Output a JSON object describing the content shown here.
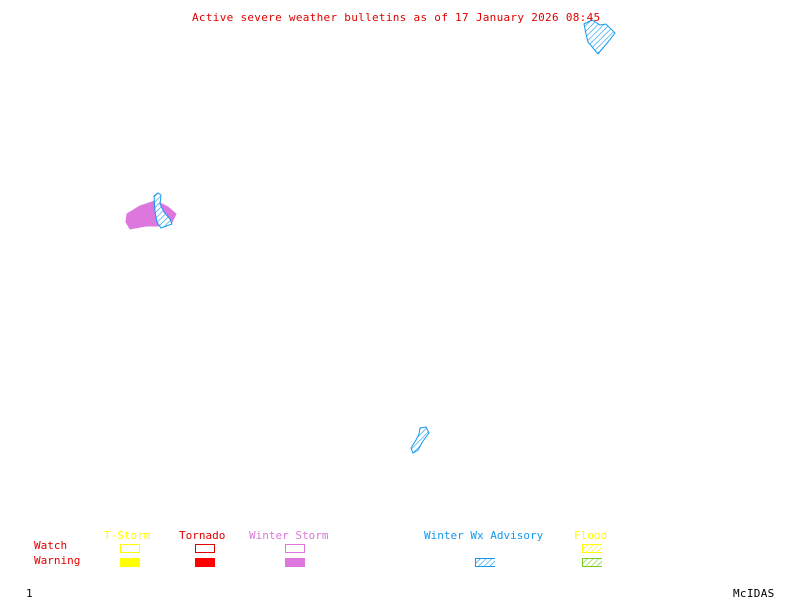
{
  "title": "Active severe weather bulletins as of 17 January 2026 08:45",
  "legend": {
    "row_labels": {
      "watch": "Watch",
      "warning": "Warning"
    },
    "categories": [
      {
        "name": "T-Storm",
        "color": "#ffff00",
        "watch": "outline",
        "warning": "solid"
      },
      {
        "name": "Tornado",
        "color": "#ff0000",
        "watch": "outline",
        "warning": "solid"
      },
      {
        "name": "Winter Storm",
        "color": "#dd77dd",
        "watch": "outline",
        "warning": "solid"
      },
      {
        "name": "Winter Wx Advisory",
        "color": "#1199ee",
        "watch": null,
        "warning": "hatched"
      },
      {
        "name": "Flood",
        "color": "#ffff00",
        "warning_color": "#77cc22",
        "watch": "hatched",
        "warning": "hatched"
      }
    ]
  },
  "map_areas": [
    {
      "type": "Winter Wx Advisory",
      "style": "hatched",
      "color": "#1199ee",
      "location": "top-right"
    },
    {
      "type": "Winter Storm Warning",
      "style": "solid",
      "color": "#dd77dd",
      "location": "left"
    },
    {
      "type": "Winter Wx Advisory",
      "style": "hatched",
      "color": "#1199ee",
      "location": "left"
    },
    {
      "type": "Winter Wx Advisory",
      "style": "hatched",
      "color": "#1199ee",
      "location": "center-bottom"
    }
  ],
  "footer": {
    "frame_number": "1",
    "software": "McIDAS"
  }
}
